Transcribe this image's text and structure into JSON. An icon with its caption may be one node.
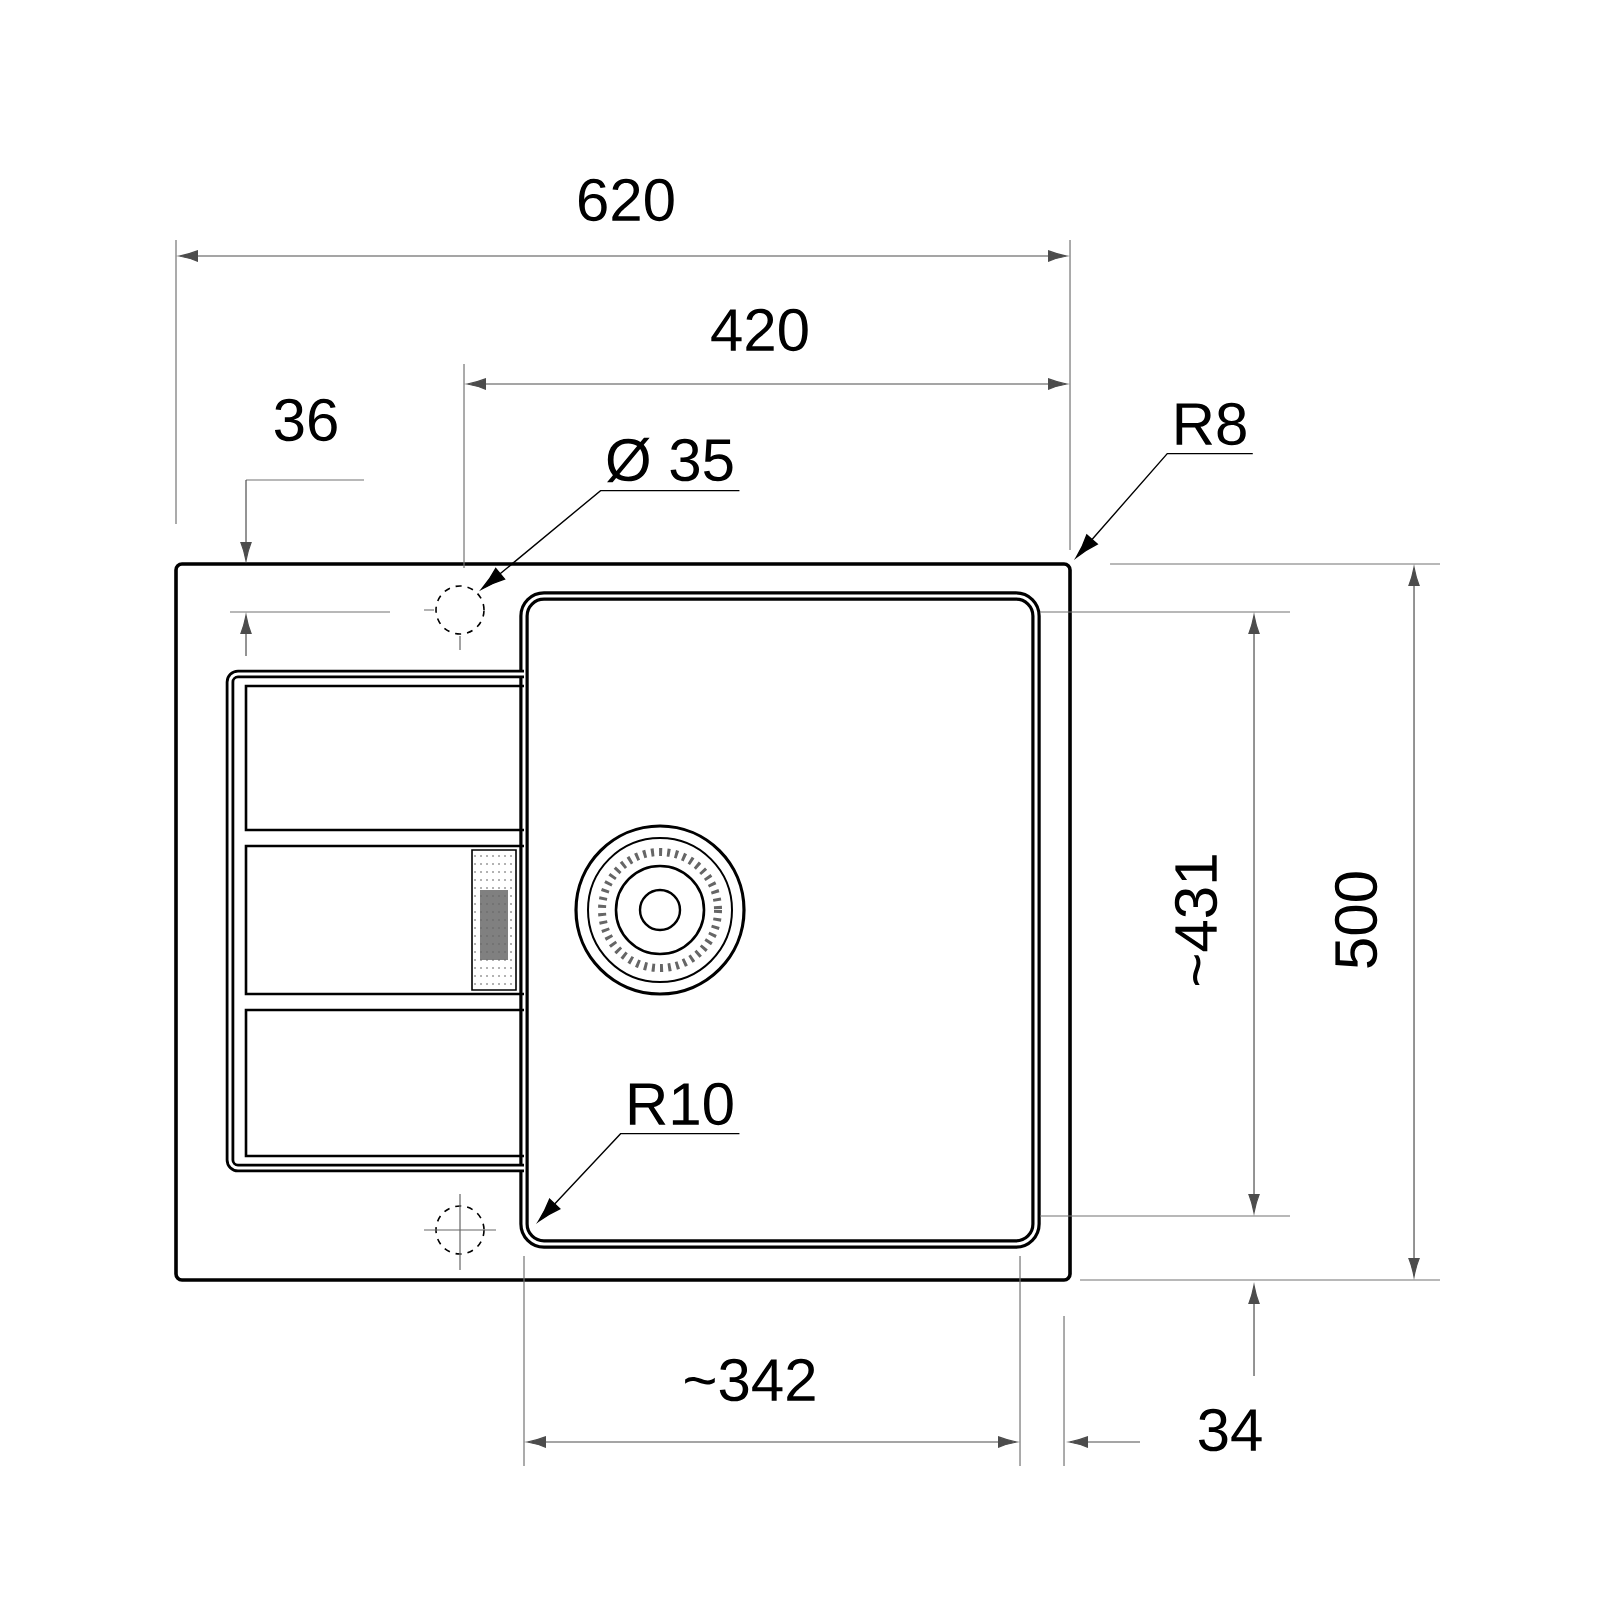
{
  "diagram": {
    "nodes": [
      {
        "text": [
          "Ø 35"
        ]
      },
      {
        "text": [],
        "shape": "circle"
      },
      {
        "text": [
          "R8"
        ]
      },
      {
        "text": [
          "R10"
        ]
      }
    ],
    "edges": [
      {
        "from": 0,
        "to": 1,
        "arrow": "to"
      },
      {
        "from": 2,
        "to": null,
        "arrow": "to"
      },
      {
        "from": 3,
        "to": null,
        "arrow": "to"
      }
    ],
    "labels": [
      "620",
      "420",
      "36",
      "~431",
      "500",
      "~342",
      "34"
    ]
  }
}
